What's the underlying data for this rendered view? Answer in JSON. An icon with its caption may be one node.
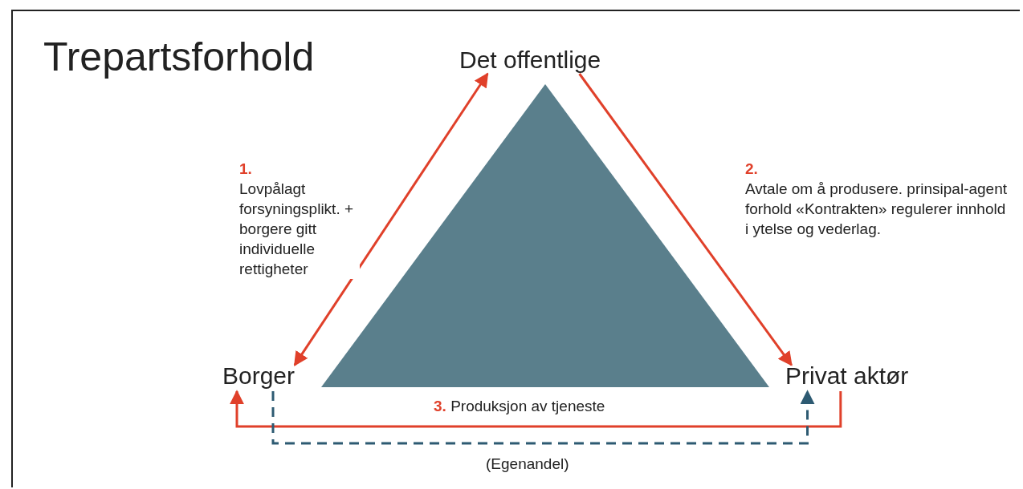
{
  "diagram": {
    "title": "Trepartsforhold",
    "nodes": [
      {
        "text": [
          "Det offentlige"
        ]
      },
      {
        "text": [
          "Borger"
        ]
      },
      {
        "text": [
          "Privat aktør"
        ]
      }
    ],
    "edges": [
      {
        "from": 1,
        "to": 0,
        "arrow": "both",
        "label": "**1.** Lovpålagt forsyningsplikt. + borgere gitt individuelle rettigheter"
      },
      {
        "from": 0,
        "to": 2,
        "arrow": "to",
        "label": "**2.** Avtale om å produsere. prinsipal-agent forhold «Kontrakten» regulerer innhold i ytelse og vederlag."
      },
      {
        "from": 2,
        "to": 1,
        "arrow": "to",
        "label": "**3.** Produksjon av tjeneste"
      },
      {
        "from": 1,
        "to": 2,
        "arrow": "to",
        "style": "dashed",
        "color": "#2d5a72",
        "label": "(Egenandel)"
      }
    ]
  }
}
